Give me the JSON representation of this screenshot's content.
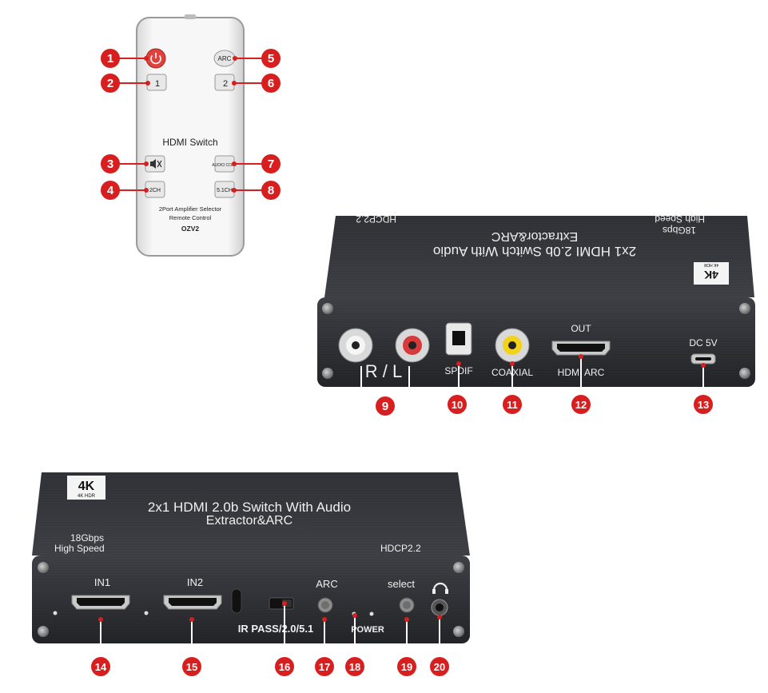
{
  "remote": {
    "title": "HDMI Switch",
    "buttons": {
      "power": "",
      "arc": "ARC",
      "in1": "1",
      "in2": "2",
      "mute": "",
      "ch": "2CH",
      "audio_copy": "AUDIO COPY",
      "five_one": "5.1CH"
    },
    "caption_line1": "2Port Amplifier Selector",
    "caption_line2": "Remote Control",
    "model": "OZV2"
  },
  "rear_panel": {
    "top_title": "2x1 HDMI 2.0b Switch With Audio",
    "top_subtitle": "Extractor&ARC",
    "top_speed_1": "18Gbps",
    "top_speed_2": "High Speed",
    "top_hdcp": "HDCP2.2",
    "badge_main": "4K",
    "badge_sub": "4K  HDR",
    "label_rl": "R / L",
    "label_spdif": "SPDIF",
    "label_coaxial": "COAXIAL",
    "label_out": "OUT",
    "label_hdmi_arc": "HDMI ARC",
    "label_dc": "DC 5V"
  },
  "front_panel": {
    "badge_main": "4K",
    "badge_sub": "4K  HDR",
    "title": "2x1 HDMI 2.0b Switch With Audio",
    "subtitle": "Extractor&ARC",
    "speed_1": "18Gbps",
    "speed_2": "High Speed",
    "hdcp": "HDCP2.2",
    "label_in1": "IN1",
    "label_in2": "IN2",
    "label_arc": "ARC",
    "label_select": "select",
    "label_ir": "IR PASS/2.0/5.1",
    "label_power": "POWER"
  },
  "callouts": [
    "1",
    "2",
    "3",
    "4",
    "5",
    "6",
    "7",
    "8",
    "9",
    "10",
    "11",
    "12",
    "13",
    "14",
    "15",
    "16",
    "17",
    "18",
    "19",
    "20"
  ],
  "colors": {
    "callout_red": "#d71f1f",
    "panel_dark": "#2a2c31",
    "panel_face": "#1c1d21",
    "remote_body": "#f2f2f2"
  }
}
